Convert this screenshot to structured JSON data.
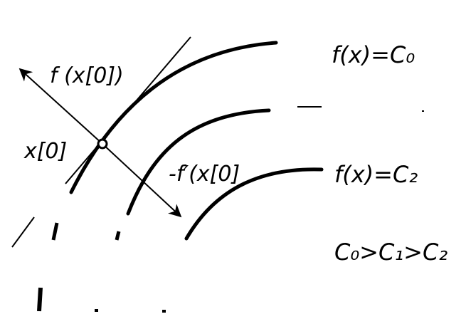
{
  "labels": {
    "gradient": "f (x[0])",
    "start_point": "x[0]",
    "neg_gradient": "-f′(x[0]",
    "level_c0": "f(x)=C₀",
    "level_c2": "f(x)=C₂",
    "ordering": "C₀>C₁>C₂"
  },
  "colors": {
    "ink": "#000000",
    "background": "#ffffff"
  }
}
